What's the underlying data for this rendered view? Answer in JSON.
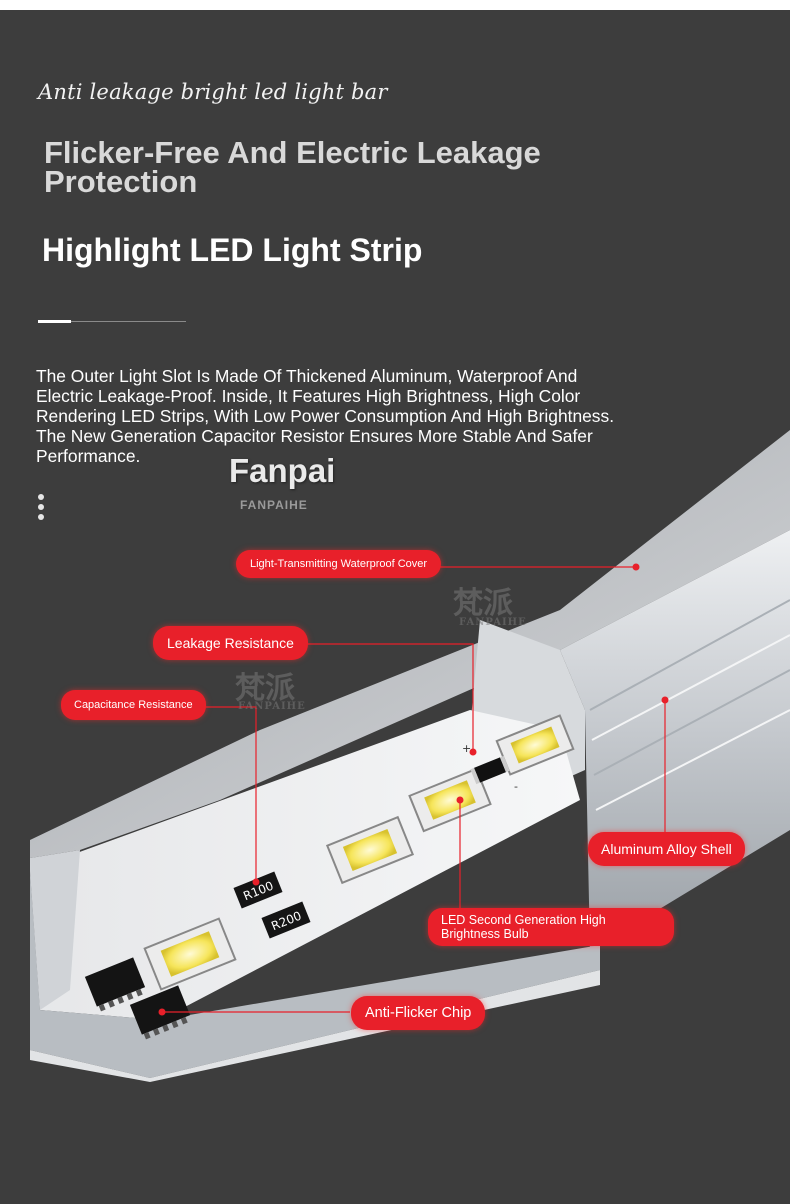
{
  "header": {
    "tagline": "Anti leakage bright led light bar",
    "headline": "Flicker-Free And Electric Leakage Protection",
    "subheadline": "Highlight LED Light Strip"
  },
  "description": "The Outer Light Slot Is Made Of Thickened Aluminum, Waterproof And Electric Leakage-Proof. Inside, It Features High Brightness, High Color Rendering LED Strips, With Low Power Consumption And High Brightness. The New Generation Capacitor Resistor Ensures More Stable And Safer Performance.",
  "brand": {
    "name": "Fanpai",
    "sub": "FANPAIHE"
  },
  "watermark": {
    "cn": "梵派",
    "en": "FANPAIHE"
  },
  "components": {
    "r1": "R100",
    "r2": "R200",
    "polarity_plus": "+",
    "polarity_minus": "-"
  },
  "callouts": {
    "cover": "Light-Transmitting Waterproof Cover",
    "leakage": "Leakage Resistance",
    "capacitance": "Capacitance Resistance",
    "shell": "Aluminum Alloy Shell",
    "bulb": "LED Second Generation High Brightness Bulb",
    "chip": "Anti-Flicker Chip"
  },
  "colors": {
    "background": "#3d3d3d",
    "accent": "#e8202a",
    "aluminum": "#c9cdd2"
  }
}
